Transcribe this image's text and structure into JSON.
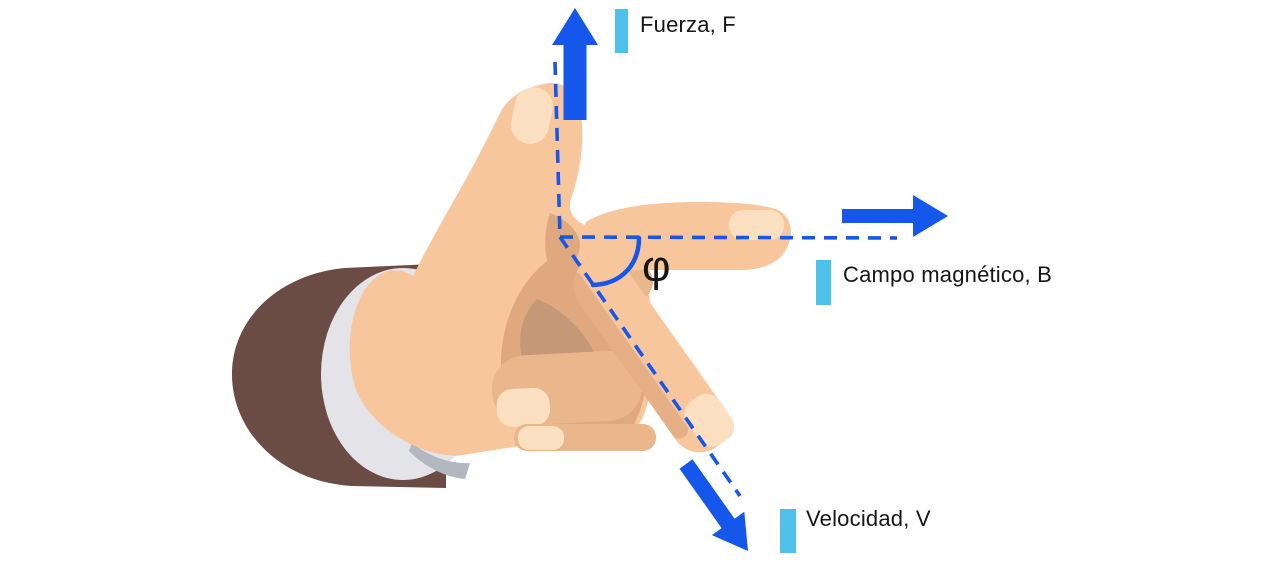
{
  "labels": {
    "force": "Fuerza, F",
    "magnetic_field": "Campo magnético, B",
    "velocity": "Velocidad, V",
    "angle": "φ"
  },
  "colors": {
    "arrow_blue": "#1556eb",
    "marker_cyan": "#4ec1ea",
    "text": "#161616",
    "skin": "#f8c69c",
    "skin_shadow": "#e0a87e",
    "skin_deep_shadow": "#c59878",
    "skin_knuckle": "#eab78d",
    "nail": "#fbdfc1",
    "sleeve_brown": "#6a4c45",
    "cuff_gray": "#e4e4e8",
    "cuff_shadow": "#b3b7bf"
  }
}
